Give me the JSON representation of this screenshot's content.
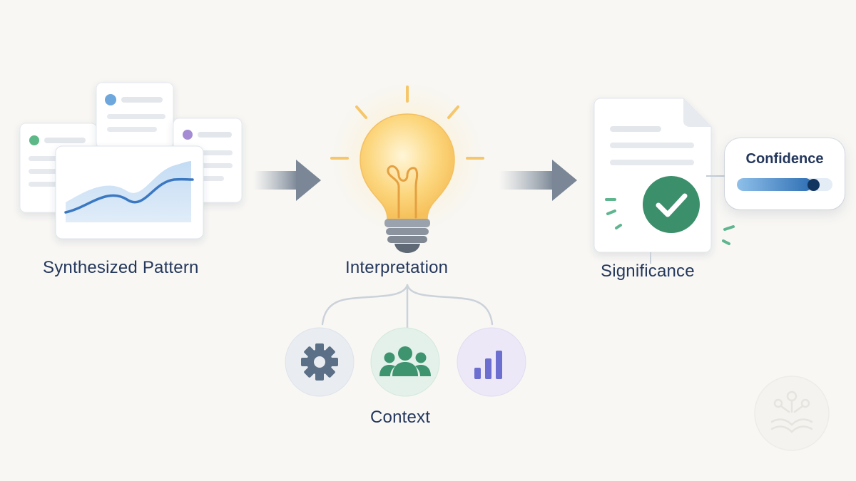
{
  "labels": {
    "synthesized_pattern": "Synthesized Pattern",
    "interpretation": "Interpretation",
    "significance": "Significance",
    "context": "Context"
  },
  "confidence": {
    "title": "Confidence",
    "level": 0.78
  },
  "context_items": [
    {
      "icon": "gear-icon",
      "color": "#5b6f87",
      "bg": "#e9edf2"
    },
    {
      "icon": "people-icon",
      "color": "#3f9470",
      "bg": "#e3f1ea"
    },
    {
      "icon": "bar-chart-icon",
      "color": "#6c6fcf",
      "bg": "#ede8f7"
    }
  ],
  "colors": {
    "text": "#24375c",
    "arrow": "#7b8796",
    "check": "#3b8f6a",
    "bulb": "#f7c35a",
    "chart_line": "#3a78c2"
  }
}
